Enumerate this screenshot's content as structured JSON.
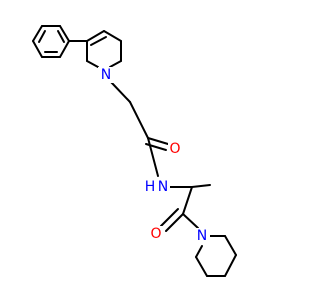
{
  "colors": {
    "background": "#ffffff",
    "bond": "#000000",
    "nitrogen": "#0000ff",
    "oxygen": "#ff0000"
  },
  "atoms": {
    "n_ring": "N",
    "o_amide": "O",
    "n_amide": "N",
    "h_amide": "H",
    "o_piperidine_carbonyl": "O",
    "n_piperidine": "N"
  }
}
